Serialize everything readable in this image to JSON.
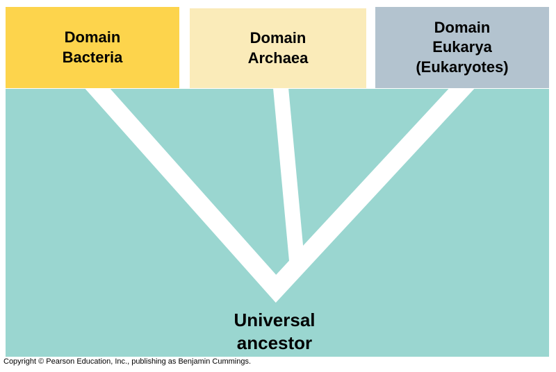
{
  "figure": {
    "boxes": [
      {
        "id": "bacteria",
        "label": "Domain\nBacteria"
      },
      {
        "id": "archaea",
        "label": "Domain\nArchaea"
      },
      {
        "id": "eukarya",
        "label": "Domain\nEukarya\n(Eukaryotes)"
      }
    ],
    "root_label": "Universal\nancestor",
    "footer": "Copyright © Pearson Education, Inc., publishing as Benjamin Cummings.",
    "colors": {
      "bacteria_box": "#FDD44C",
      "archaea_box": "#FAEBB9",
      "eukarya_box": "#B3C3CF",
      "canvas": "#9AD6D0",
      "branch": "#FFFFFF",
      "text": "#000000"
    },
    "tree_edges": [
      {
        "from": "Universal ancestor",
        "to": "Domain Bacteria"
      },
      {
        "from": "Universal ancestor",
        "to": "Archaea-Eukarya branch"
      },
      {
        "from": "Archaea-Eukarya branch",
        "to": "Domain Archaea"
      },
      {
        "from": "Archaea-Eukarya branch",
        "to": "Domain Eukarya (Eukaryotes)"
      }
    ]
  }
}
